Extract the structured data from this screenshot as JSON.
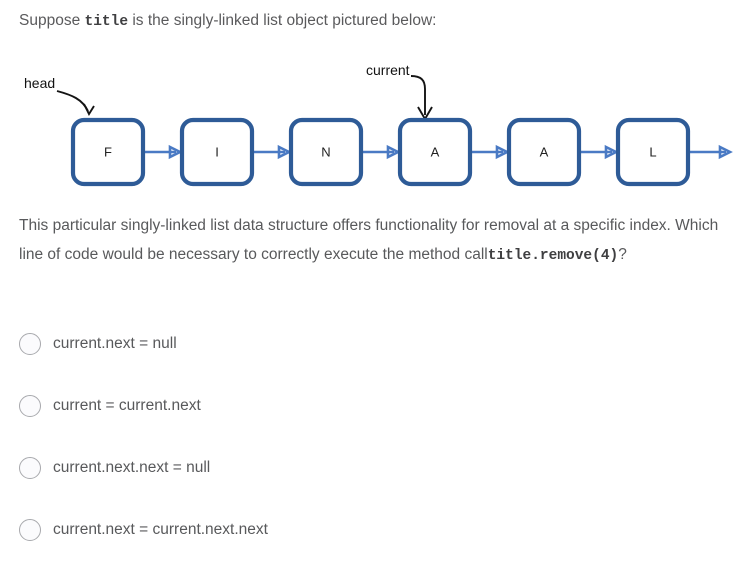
{
  "intro": {
    "before_code": "Suppose",
    "code": "title",
    "after_code": "is the singly-linked list object pictured below:"
  },
  "diagram": {
    "pointers": [
      {
        "name": "head-pointer",
        "label": "head",
        "target_node_index": 0
      },
      {
        "name": "current-pointer",
        "label": "current",
        "target_node_index": 3
      }
    ],
    "nodes": [
      {
        "label": "F"
      },
      {
        "label": "I"
      },
      {
        "label": "N"
      },
      {
        "label": "A"
      },
      {
        "label": "A"
      },
      {
        "label": "L"
      }
    ],
    "colors": {
      "node_border": "#2e5b97",
      "node_fill": "#ffffff",
      "link_arrow": "#4a7ac4",
      "pointer_arrow": "#141414"
    },
    "has_trailing_arrow": true
  },
  "question": {
    "line1": "This particular singly-linked list data structure offers functionality for removal at a",
    "line2": "specific index.  Which line of code would be necessary to correctly execute the",
    "line3_before_code": "method call",
    "line3_code": "title.remove(4)",
    "line3_after_code": "?"
  },
  "options": [
    {
      "label": "current.next = null",
      "selected": false
    },
    {
      "label": "current = current.next",
      "selected": false
    },
    {
      "label": "current.next.next = null",
      "selected": false
    },
    {
      "label": "current.next = current.next.next",
      "selected": false
    }
  ]
}
